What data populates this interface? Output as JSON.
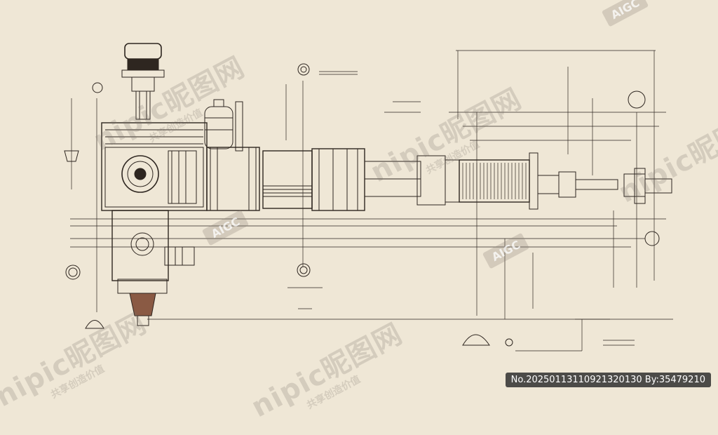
{
  "watermark": {
    "site": "nipic昵图网",
    "slogan": "共享创造价值",
    "badge": "AIGC",
    "id_label": "No.20250113110921320130 By:35479210"
  },
  "colors": {
    "paper": "#efe7d6",
    "ink": "#2e2620",
    "accent": "#8a5a44"
  }
}
